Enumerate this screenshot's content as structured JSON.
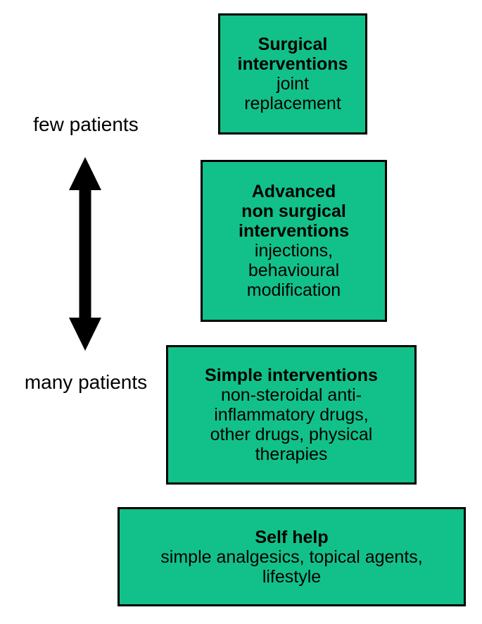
{
  "diagram": {
    "colors": {
      "background": "#ffffff",
      "box_fill": "#12c189",
      "box_border": "#000000",
      "text": "#000000",
      "arrow": "#000000"
    },
    "axis": {
      "top_label": "few patients",
      "bottom_label": "many patients",
      "arrow_icon": "double-headed-vertical-arrow"
    },
    "levels": [
      {
        "name": "surgical-interventions",
        "title": "Surgical\ninterventions",
        "detail": "joint\nreplacement"
      },
      {
        "name": "advanced-non-surgical-interventions",
        "title": "Advanced\nnon surgical\ninterventions",
        "detail": "injections,\nbehavioural\nmodification"
      },
      {
        "name": "simple-interventions",
        "title": "Simple interventions",
        "detail": "non-steroidal anti-\ninflammatory drugs,\nother drugs, physical\ntherapies"
      },
      {
        "name": "self-help",
        "title": "Self help",
        "detail": "simple analgesics, topical agents,\nlifestyle"
      }
    ]
  }
}
